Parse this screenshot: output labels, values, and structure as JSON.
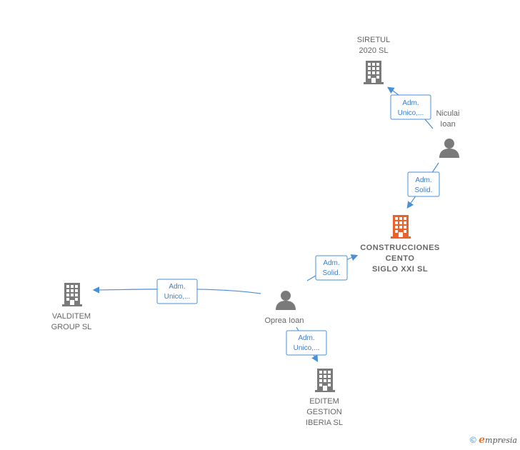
{
  "nodes": {
    "siretul": {
      "lines": [
        "SIRETUL",
        "2020  SL"
      ],
      "kind": "company"
    },
    "niculai": {
      "lines": [
        "Niculai",
        "Ioan"
      ],
      "kind": "person"
    },
    "construcciones": {
      "lines": [
        "CONSTRUCCIONES",
        "CENTO",
        "SIGLO XXI  SL"
      ],
      "kind": "company-main"
    },
    "oprea": {
      "lines": [
        "Oprea Ioan"
      ],
      "kind": "person"
    },
    "valditem": {
      "lines": [
        "VALDITEM",
        "GROUP  SL"
      ],
      "kind": "company"
    },
    "editem": {
      "lines": [
        "EDITEM",
        "GESTION",
        "IBERIA  SL"
      ],
      "kind": "company"
    }
  },
  "edges": [
    {
      "from": "niculai",
      "to": "siretul",
      "label": [
        "Adm.",
        "Unico,..."
      ]
    },
    {
      "from": "niculai",
      "to": "construcciones",
      "label": [
        "Adm.",
        "Solid."
      ]
    },
    {
      "from": "oprea",
      "to": "construcciones",
      "label": [
        "Adm.",
        "Solid."
      ]
    },
    {
      "from": "oprea",
      "to": "valditem",
      "label": [
        "Adm.",
        "Unico,..."
      ]
    },
    {
      "from": "oprea",
      "to": "editem",
      "label": [
        "Adm.",
        "Unico,..."
      ]
    }
  ],
  "colors": {
    "company": "#7a7a7a",
    "company_main": "#e8622b",
    "person": "#7a7a7a",
    "edge": "#4a8fd9"
  },
  "footer": {
    "copyright": "©",
    "brand_initial": "e",
    "brand_rest": "mpresia"
  }
}
